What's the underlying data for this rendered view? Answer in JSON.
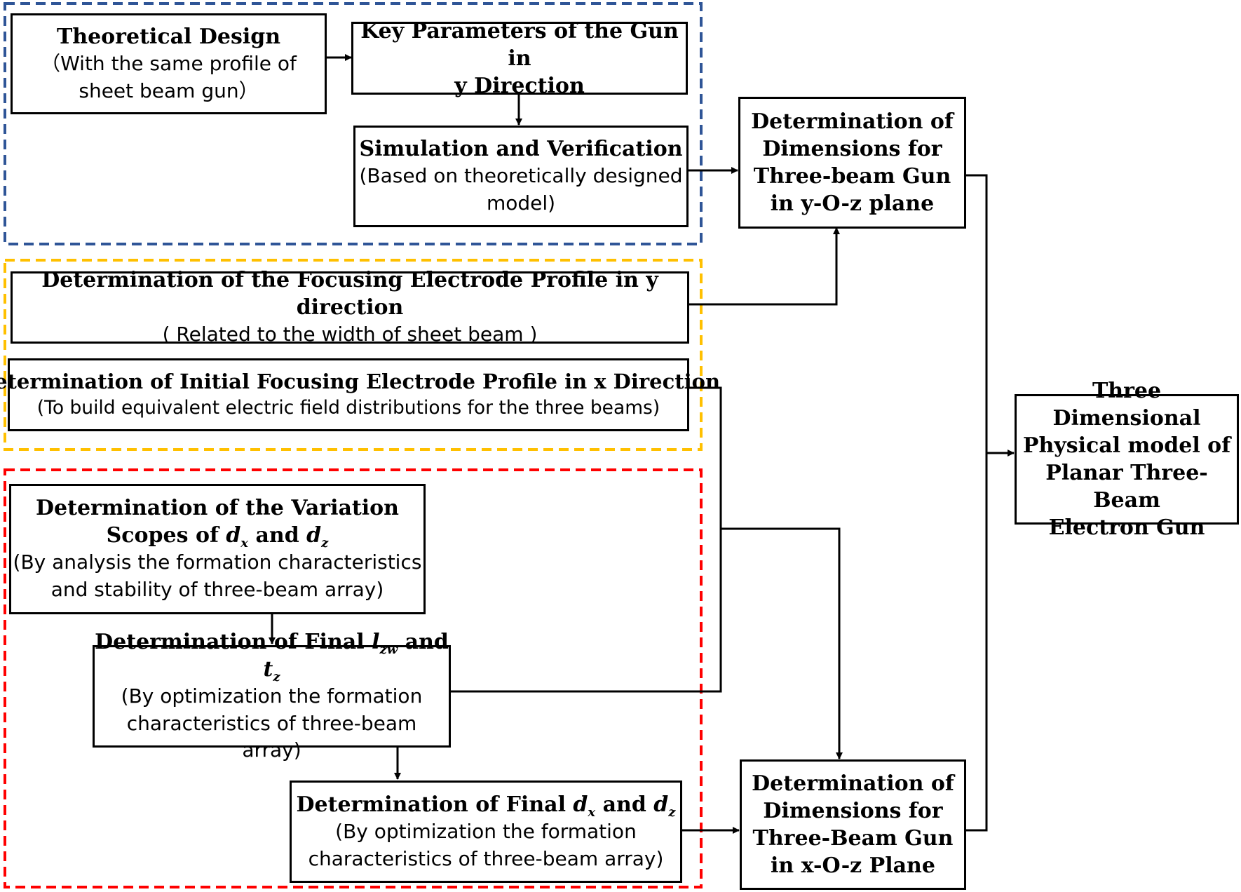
{
  "theory": {
    "title": "Theoretical Design",
    "sub1": "（With the same profile of",
    "sub2": "sheet beam gun）"
  },
  "keyparams": {
    "line1": "Key Parameters of the Gun in",
    "line2": "y Direction"
  },
  "simverify": {
    "title": "Simulation and Verification",
    "sub1": "(Based on theoretically designed",
    "sub2": "model)"
  },
  "dim_yoz": {
    "l1": "Determination of",
    "l2": "Dimensions for",
    "l3": "Three-beam Gun",
    "l4": "in y-O-z plane"
  },
  "focus_y": {
    "title": "Determination of the Focusing Electrode Profile in y direction",
    "sub": "( Related to the width of sheet beam )"
  },
  "focus_x": {
    "title": "Determination of Initial Focusing Electrode Profile in x Direction",
    "sub": "(To build equivalent electric field distributions for the three beams)"
  },
  "variation": {
    "l1": "Determination of the Variation",
    "l2_pre": "Scopes of ",
    "var1": "d",
    "var1_sub": "x",
    "and": " and ",
    "var2": "d",
    "var2_sub": "z",
    "sub1": "(By analysis the formation characteristics",
    "sub2": "and stability of three-beam array)"
  },
  "final_lt": {
    "pre": "Determination of Final ",
    "var1": "l",
    "var1_sub": "zw",
    "and": " and ",
    "var2": "t",
    "var2_sub": "z",
    "sub1": "(By optimization the formation",
    "sub2": "characteristics of three-beam array)"
  },
  "final_d": {
    "pre": "Determination of Final ",
    "var1": "d",
    "var1_sub": "x",
    "and": " and ",
    "var2": "d",
    "var2_sub": "z",
    "sub1": "(By optimization the formation",
    "sub2": "characteristics of three-beam array)"
  },
  "dim_xoz": {
    "l1": "Determination of",
    "l2": "Dimensions for",
    "l3": "Three-Beam Gun",
    "l4": "in x-O-z Plane"
  },
  "result": {
    "l1": "Three Dimensional",
    "l2": "Physical model of",
    "l3": "Planar Three-Beam",
    "l4": "Electron Gun"
  },
  "colors": {
    "blue_group": "#2f5597",
    "yellow_group": "#ffc000",
    "red_group": "#ff0000",
    "line": "#000000"
  }
}
